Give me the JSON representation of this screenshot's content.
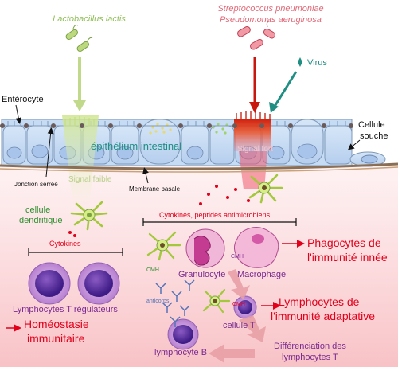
{
  "colors": {
    "lacto": "#8fbf55",
    "pathogen": "#e06a78",
    "virus": "#1e8f84",
    "red": "#e3001b",
    "purple": "#7a2a90",
    "teal": "#1f8e83",
    "green": "#2f8f2f"
  },
  "labels": {
    "lacto": "Lactobacillus lactis",
    "pathogen1": "Streptococcus pneumoniae",
    "pathogen2": "Pseudomonas aeruginosa",
    "virus": "Virus",
    "enterocyte": "Entérocyte",
    "stem1": "Cellule",
    "stem2": "souche",
    "epithelium": "épithélium intestinal",
    "signal_weak": "Signal faible",
    "signal_strong": "Signal fort",
    "tight_junction": "Jonction serrée",
    "basal_membrane": "Membrane basale",
    "dendritic1": "cellule",
    "dendritic2": "dendritique",
    "cytokines_left": "Cytokines",
    "cytokines_right": "Cytokines, peptides antimicrobiens",
    "phago1": "Phagocytes de",
    "phago2": "l'immunité innée",
    "granulocyte": "Granulocyte",
    "macrophage": "Macrophage",
    "cmh1": "CMH",
    "cmh2": "CMH",
    "cmh3": "CMH",
    "treg": "Lymphocytes T régulateurs",
    "homeo1": "Homéostasie",
    "homeo2": "immunitaire",
    "anticorps": "anticorps",
    "tcell": "cellule T",
    "adapt1": "Lymphocytes de",
    "adapt2": "l'immunité adaptative",
    "bcell": "lymphocyte B",
    "diff1": "Différenciation des",
    "diff2": "lymphocytes T"
  }
}
